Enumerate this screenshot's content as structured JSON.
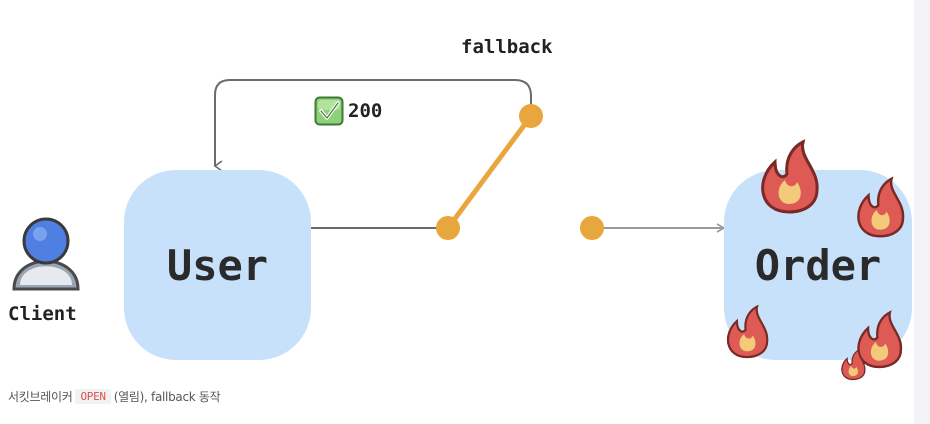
{
  "diagram": {
    "client_label": "Client",
    "user_label": "User",
    "order_label": "Order",
    "fallback_label": "fallback",
    "status_code": "200",
    "icons": {
      "client": "person-icon",
      "status": "check-mark-icon",
      "failure": "flame-icon"
    },
    "colors": {
      "node_fill": "#c8e1fa",
      "switch": "#e8a63c",
      "line": "#6b6b6b",
      "arrow": "#9a9a9a",
      "flame_outer": "#d9534f",
      "flame_inner": "#f3c97a",
      "check": "#7cc46a"
    }
  },
  "caption": {
    "prefix": "서킷브레이커",
    "code": "OPEN",
    "suffix": "(열림), fallback 동작"
  }
}
